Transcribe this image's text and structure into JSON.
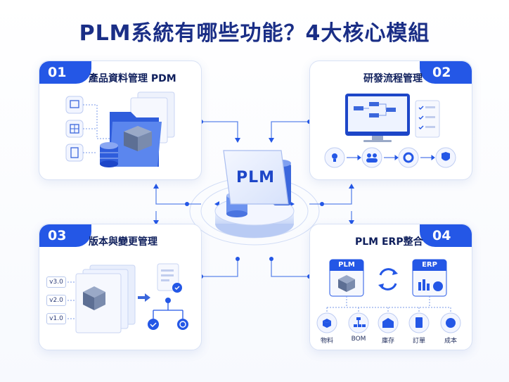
{
  "title": "PLM系統有哪些功能？4大核心模組",
  "center": {
    "label": "PLM"
  },
  "modules": [
    {
      "num": "01",
      "title": "產品資料管理 PDM"
    },
    {
      "num": "02",
      "title": "研發流程管理"
    },
    {
      "num": "03",
      "title": "版本與變更管理"
    },
    {
      "num": "04",
      "title": "PLM ERP整合"
    }
  ],
  "versions": [
    "v3.0",
    "v2.0",
    "v1.0"
  ],
  "integration": {
    "left_tag": "PLM",
    "right_tag": "ERP",
    "items": [
      "物料",
      "BOM",
      "庫存",
      "訂單",
      "成本"
    ]
  },
  "colors": {
    "accent": "#2457e6",
    "title": "#1a2e86",
    "border": "#d9e2f5"
  }
}
